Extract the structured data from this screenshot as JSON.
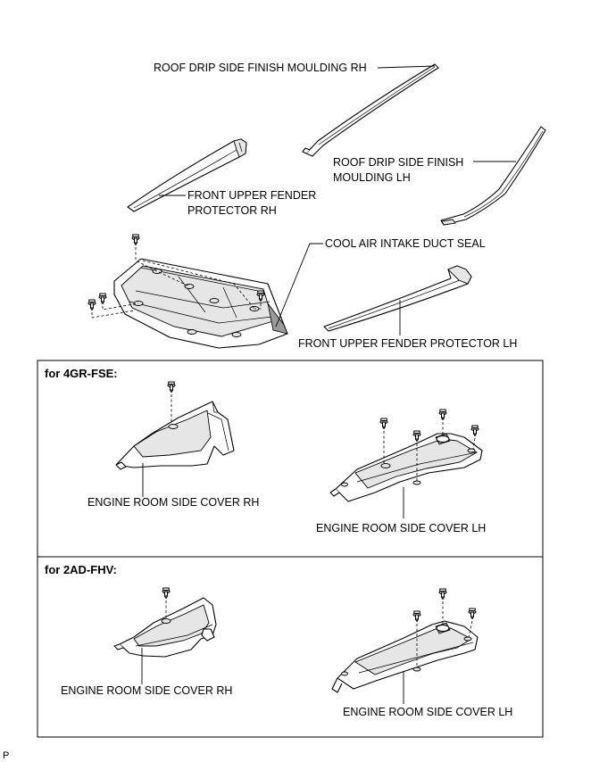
{
  "labels": {
    "roof_rh": "ROOF DRIP SIDE FINISH MOULDING RH",
    "roof_lh_line1": "ROOF DRIP SIDE FINISH",
    "roof_lh_line2": "MOULDING LH",
    "fender_rh_line1": "FRONT UPPER FENDER",
    "fender_rh_line2": "PROTECTOR RH",
    "cool_air_seal": "COOL AIR INTAKE DUCT SEAL",
    "fender_lh": "FRONT UPPER FENDER PROTECTOR LH"
  },
  "sections": [
    {
      "header": "for 4GR-FSE:",
      "cover_rh": "ENGINE ROOM SIDE COVER RH",
      "cover_lh": "ENGINE ROOM SIDE COVER LH"
    },
    {
      "header": "for 2AD-FHV:",
      "cover_rh": "ENGINE ROOM SIDE COVER RH",
      "cover_lh": "ENGINE ROOM SIDE COVER LH"
    }
  ],
  "footer_code": "P"
}
